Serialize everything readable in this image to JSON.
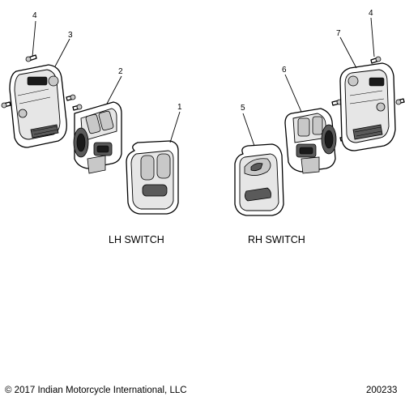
{
  "callouts": {
    "c1": "1",
    "c2": "2",
    "c3": "3",
    "c4_left": "4",
    "c4_right": "4",
    "c5": "5",
    "c6": "6",
    "c7": "7"
  },
  "captions": {
    "left": "LH SWITCH",
    "right": "RH SWITCH"
  },
  "footer": {
    "copyright": "© 2017 Indian Motorcycle International, LLC",
    "code": "200233"
  }
}
